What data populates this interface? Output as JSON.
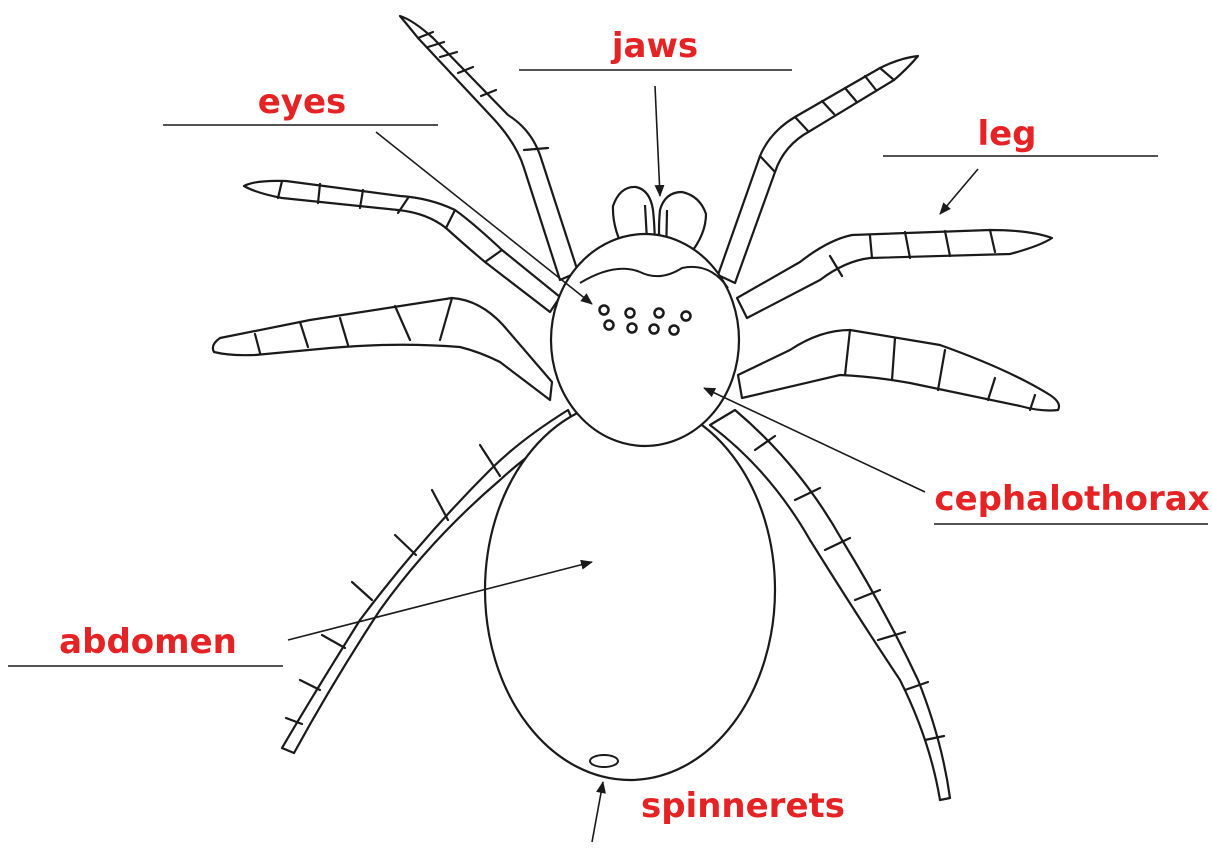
{
  "diagram": {
    "labels": {
      "jaws": "jaws",
      "eyes": "eyes",
      "leg": "leg",
      "cephalothorax": "cephalothorax",
      "abdomen": "abdomen",
      "spinnerets": "spinnerets"
    },
    "colors": {
      "label": "#e52224",
      "outline": "#1a1a1a",
      "fill": "#ffffff"
    }
  }
}
